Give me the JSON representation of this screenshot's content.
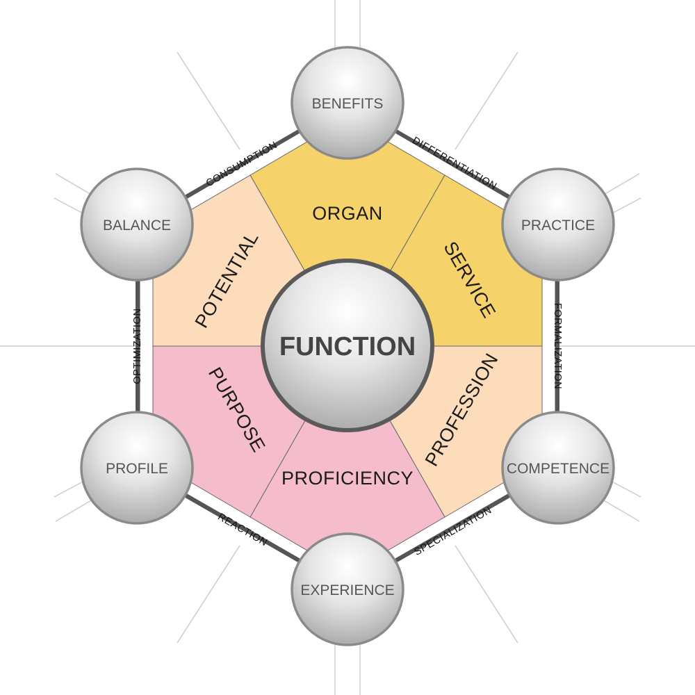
{
  "center": {
    "label": "FUNCTION"
  },
  "colors": {
    "gold": "#f5d26a",
    "peach": "#fcdcba",
    "pink": "#f5bccb",
    "frame": "#555555",
    "node_border": "#8a8a8a",
    "spoke": "#cccccc"
  },
  "segments": [
    {
      "id": "organ",
      "label": "ORGAN",
      "color": "#f5d26a"
    },
    {
      "id": "service",
      "label": "SERVICE",
      "color": "#f5d26a"
    },
    {
      "id": "profession",
      "label": "PROFESSION",
      "color": "#fcdcba"
    },
    {
      "id": "proficiency",
      "label": "PROFICIENCY",
      "color": "#f5bccb"
    },
    {
      "id": "purpose",
      "label": "PURPOSE",
      "color": "#f5bccb"
    },
    {
      "id": "potential",
      "label": "POTENTIAL",
      "color": "#fcdcba"
    }
  ],
  "nodes": [
    {
      "id": "benefits",
      "label": "BENEFITS"
    },
    {
      "id": "practice",
      "label": "PRACTICE"
    },
    {
      "id": "competence",
      "label": "COMPETENCE"
    },
    {
      "id": "experience",
      "label": "EXPERIENCE"
    },
    {
      "id": "profile",
      "label": "PROFILE"
    },
    {
      "id": "balance",
      "label": "BALANCE"
    }
  ],
  "edges": [
    {
      "id": "differentiation",
      "label": "DIFFERENTIATION"
    },
    {
      "id": "formalization",
      "label": "FORMALIZATION"
    },
    {
      "id": "specialization",
      "label": "SPECIALIZATION"
    },
    {
      "id": "reaction",
      "label": "REACTION"
    },
    {
      "id": "optimization",
      "label": "OPTIMIZATION"
    },
    {
      "id": "consumption",
      "label": "CONSUMPTION"
    }
  ]
}
